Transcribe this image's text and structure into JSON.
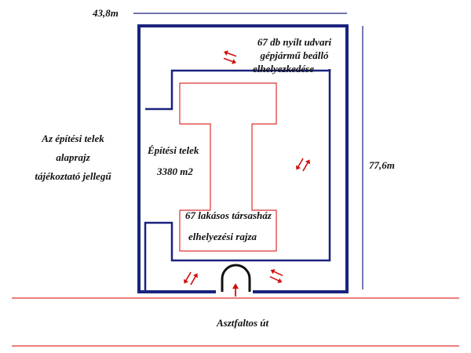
{
  "dimensions": {
    "width_label": "43,8m",
    "height_label": "77,6m"
  },
  "left_note": {
    "line1": "Az építési telek",
    "line2": "alaprajz",
    "line3": "tájékoztató jellegű"
  },
  "parking_note": {
    "line1": "67 db nyílt udvari",
    "line2": "gépjármű beálló",
    "line3": "elhelyezkedése"
  },
  "plot_note": {
    "line1": "Építési telek",
    "line2": "3380 m2"
  },
  "building_note": {
    "line1": "67 lakásos társasház",
    "line2": "elhelyezési rajza"
  },
  "road_label": "Asztfaltos út",
  "colors": {
    "plot_outline": "#1a237e",
    "building_outline": "#e03030",
    "road_line": "#e03030",
    "arrow": "#d01010",
    "text": "#111111"
  },
  "icons": {
    "traffic_arrow": "double-arrow-icon",
    "gate": "gate-arc-icon",
    "entry": "up-arrow-icon"
  }
}
